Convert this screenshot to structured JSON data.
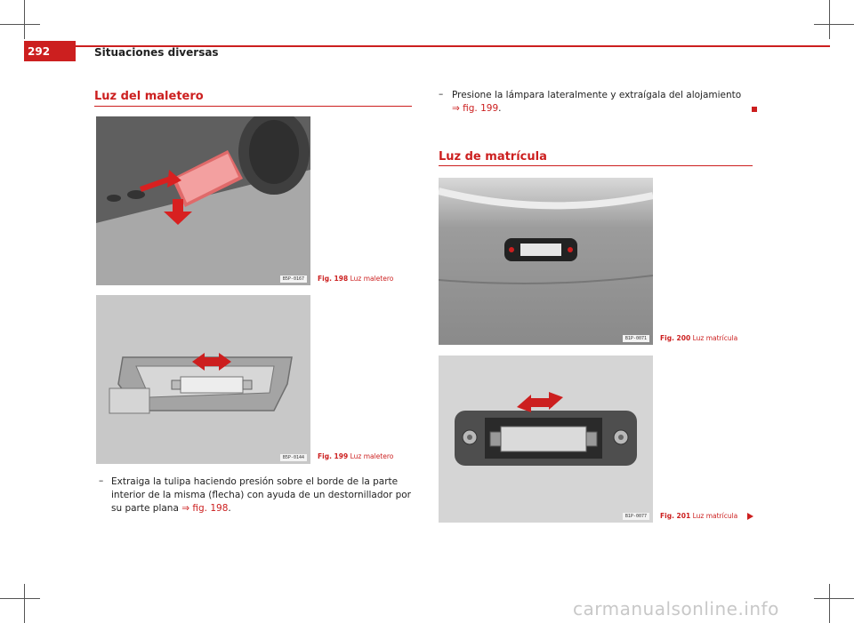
{
  "header": {
    "page_number": "292",
    "chapter": "Situaciones diversas"
  },
  "left": {
    "section_title": "Luz del maletero",
    "fig198": {
      "code": "B5P-0167",
      "caption_prefix": "Fig. 198",
      "caption_text": "Luz maletero"
    },
    "fig199": {
      "code": "B5P-0144",
      "caption_prefix": "Fig. 199",
      "caption_text": "Luz maletero"
    },
    "step_dash": "–",
    "step_lines": [
      "Extraiga la tulipa haciendo presión sobre el borde de la parte",
      "interior de la misma (flecha) con ayuda de un destornillador por",
      "su parte plana"
    ],
    "step_ref": "⇒ fig. 198",
    "step_end": "."
  },
  "right": {
    "step_dash": "–",
    "step_line1": "Presione la lámpara lateralmente y extraígala del alojamiento",
    "step_ref": "⇒ fig. 199",
    "step_end": ".",
    "section_title": "Luz de matrícula",
    "fig200": {
      "code": "B1P-0071",
      "caption_prefix": "Fig. 200",
      "caption_text": "Luz matrícula"
    },
    "fig201": {
      "code": "B1P-0077",
      "caption_prefix": "Fig. 201",
      "caption_text": "Luz matrícula"
    }
  },
  "watermark": "carmanualsonline.info",
  "colors": {
    "accent": "#cc1f1f"
  },
  "icons": {
    "section_end": "red-square-icon",
    "continue": "red-triangle-arrow-icon"
  }
}
